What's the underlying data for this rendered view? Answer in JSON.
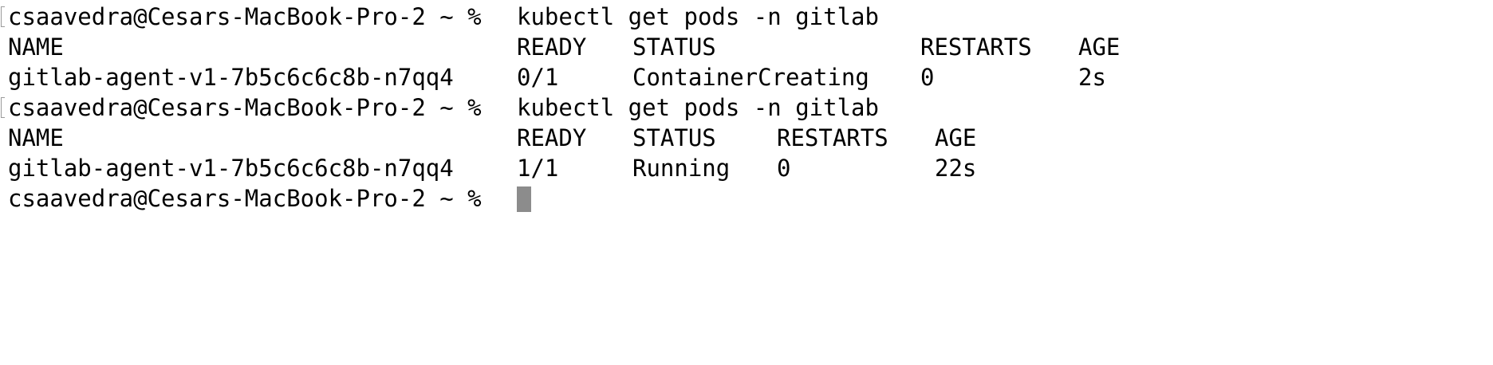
{
  "terminal": {
    "blocks": [
      {
        "prompt": "csaavedra@Cesars-MacBook-Pro-2 ~ %",
        "command": "kubectl get pods -n gitlab",
        "headers": {
          "name": "NAME",
          "ready": "READY",
          "status": "STATUS",
          "restarts": "RESTARTS",
          "age": "AGE"
        },
        "row": {
          "name": "gitlab-agent-v1-7b5c6c6c8b-n7qq4",
          "ready": "0/1",
          "status": "ContainerCreating",
          "restarts": "0",
          "age": "2s"
        }
      },
      {
        "prompt": "csaavedra@Cesars-MacBook-Pro-2 ~ %",
        "command": "kubectl get pods -n gitlab",
        "headers": {
          "name": "NAME",
          "ready": "READY",
          "status": "STATUS",
          "restarts": "RESTARTS",
          "age": "AGE"
        },
        "row": {
          "name": "gitlab-agent-v1-7b5c6c6c8b-n7qq4",
          "ready": "1/1",
          "status": "Running",
          "restarts": "0",
          "age": "22s"
        }
      }
    ],
    "current_prompt": "csaavedra@Cesars-MacBook-Pro-2 ~ %"
  },
  "colors": {
    "background": "#ffffff",
    "text": "#000000",
    "cursor": "#8c8c8c"
  }
}
